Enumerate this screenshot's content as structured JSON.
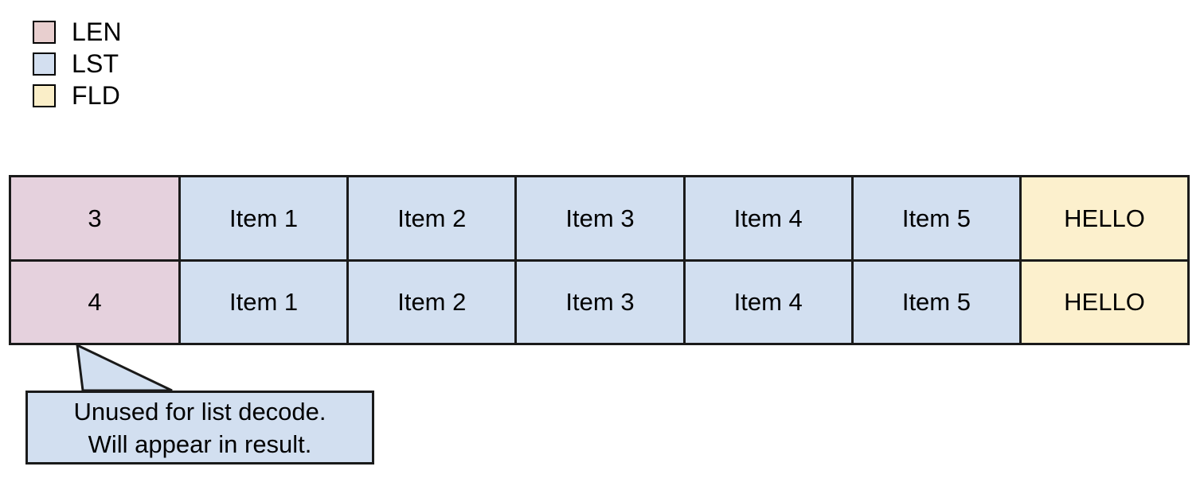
{
  "legend": {
    "items": [
      {
        "label": "LEN",
        "color": "#e8cfcf",
        "icon": "square-swatch-icon"
      },
      {
        "label": "LST",
        "color": "#d3dff0",
        "icon": "square-swatch-icon"
      },
      {
        "label": "FLD",
        "color": "#faeec8",
        "icon": "square-swatch-icon"
      }
    ]
  },
  "table": {
    "colors": {
      "len": "#e5d1dd",
      "lst": "#d2dff0",
      "fld": "#fcf0cd",
      "border": "#1a1a1a"
    },
    "rows": [
      {
        "len": "3",
        "lst": [
          "Item 1",
          "Item 2",
          "Item 3",
          "Item 4",
          "Item 5"
        ],
        "fld": "HELLO"
      },
      {
        "len": "4",
        "lst": [
          "Item 1",
          "Item 2",
          "Item 3",
          "Item 4",
          "Item 5"
        ],
        "fld": "HELLO"
      }
    ]
  },
  "callout": {
    "line1": "Unused for list decode.",
    "line2": "Will appear in result.",
    "fill": "#d2dff0",
    "stroke": "#1a1a1a"
  }
}
